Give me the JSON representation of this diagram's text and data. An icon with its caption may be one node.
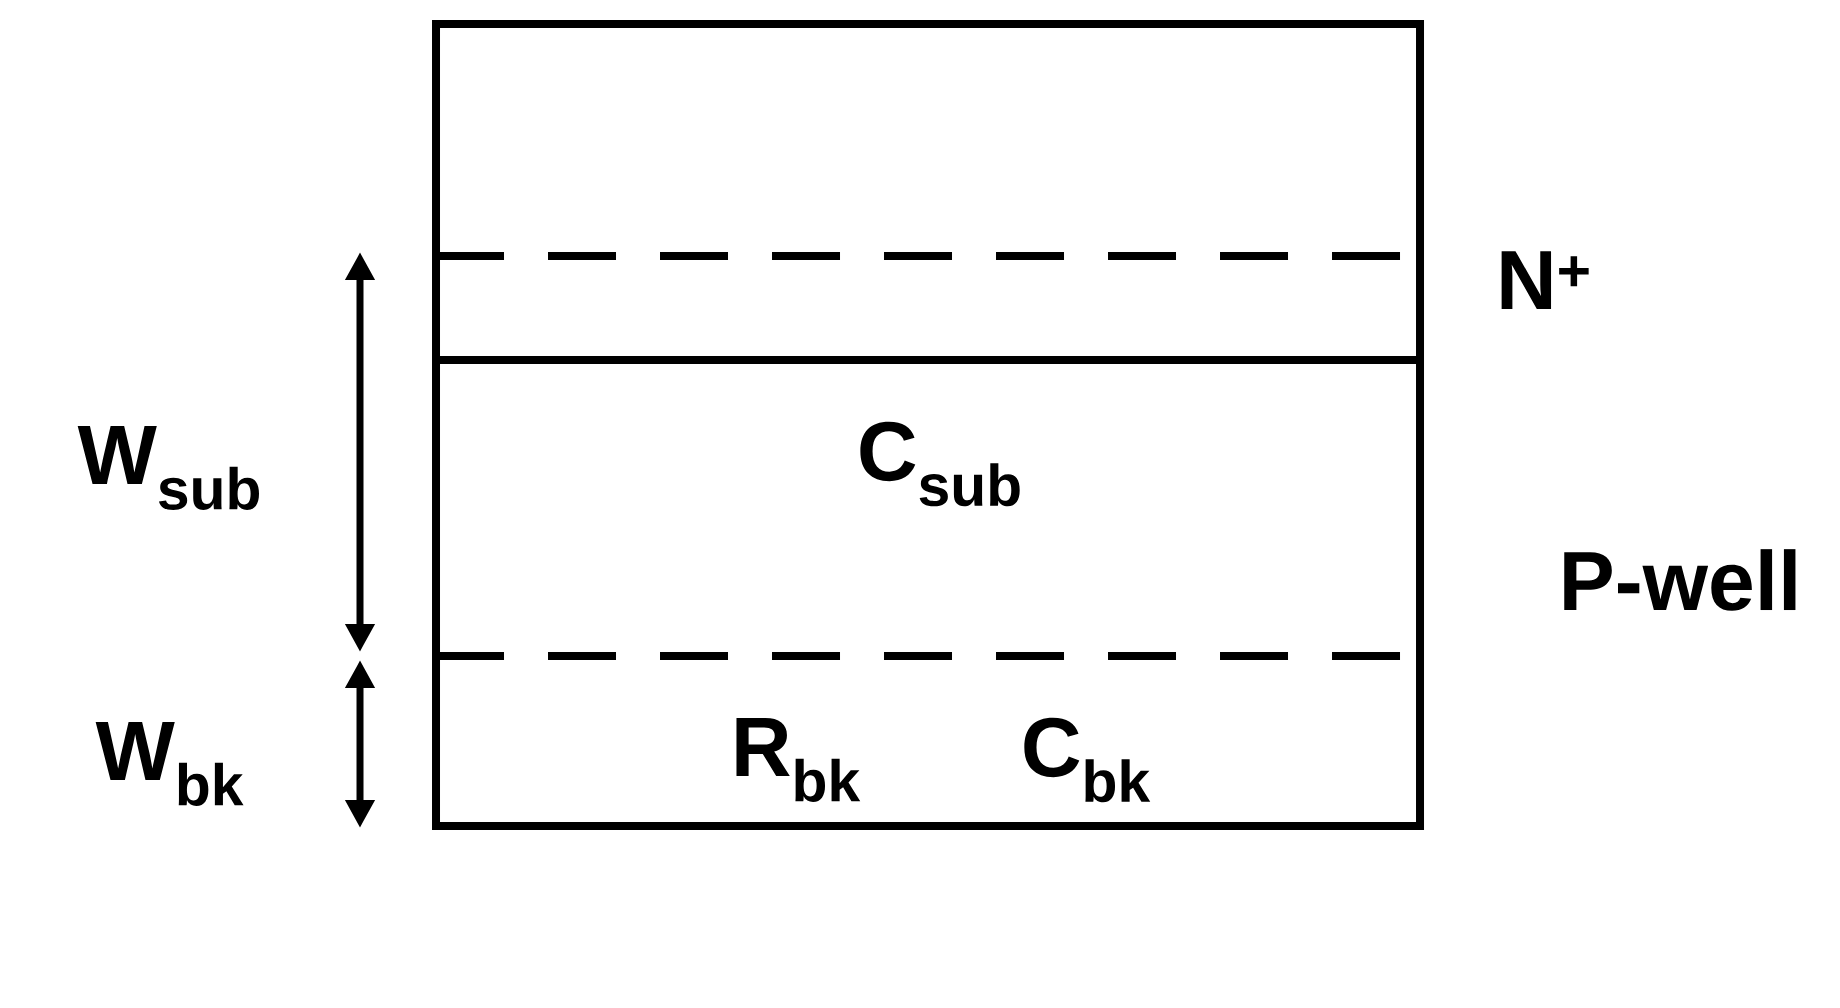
{
  "diagram": {
    "labels": [
      "N$^{+}$",
      "W$_{sub}$",
      "C$_{sub}$",
      "P-well",
      "W$_{bk}$",
      "R$_{bk}$",
      "C$_{bk}$"
    ]
  }
}
